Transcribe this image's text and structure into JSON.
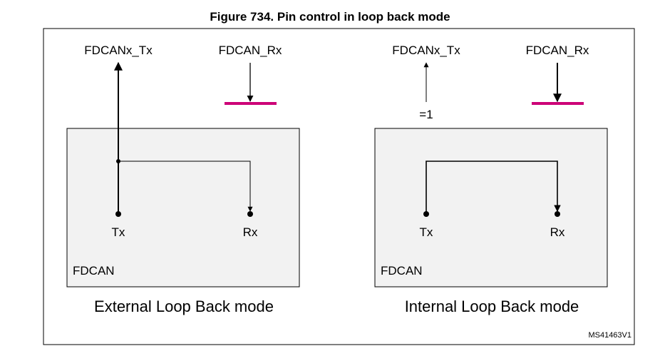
{
  "figure": {
    "title": "Figure 734. Pin control in loop back mode",
    "ref_code": "MS41463V1"
  },
  "external": {
    "tx_pin_label": "FDCANx_Tx",
    "rx_pin_label": "FDCAN_Rx",
    "tx_node_label": "Tx",
    "rx_node_label": "Rx",
    "block_label": "FDCAN",
    "mode_caption": "External Loop Back mode"
  },
  "internal": {
    "tx_pin_label": "FDCANx_Tx",
    "rx_pin_label": "FDCAN_Rx",
    "tx_forced_value": "=1",
    "tx_node_label": "Tx",
    "rx_node_label": "Rx",
    "block_label": "FDCAN",
    "mode_caption": "Internal Loop Back mode"
  },
  "colors": {
    "rx_bar": "#cc0077",
    "block_fill": "#f2f2f2",
    "line": "#000000"
  }
}
